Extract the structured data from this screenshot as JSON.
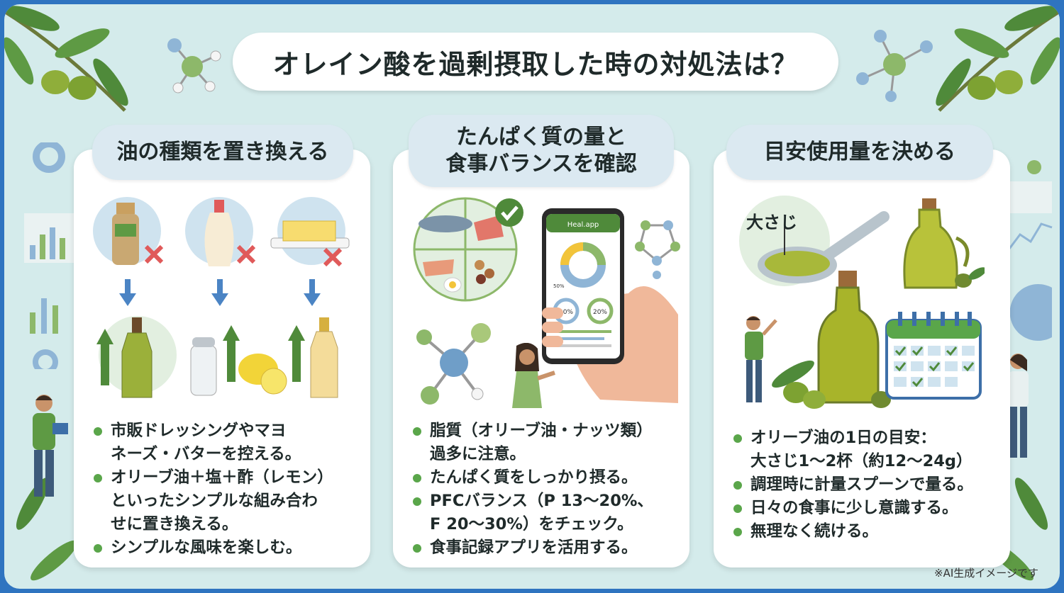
{
  "title": "オレイン酸を過剰摂取した時の対処法は？",
  "colors": {
    "frame": "#2f74c0",
    "background": "#d4ebeb",
    "accent_green": "#5aa64a",
    "pill_blue": "#dbe9f1",
    "cross_red": "#e05a5a",
    "arrow_blue": "#4b84c4"
  },
  "sections": [
    {
      "heading_lines": [
        "油の種類を置き換える"
      ],
      "bullets": [
        "市販ドレッシングやマヨ",
        "ネーズ・バターを控える。",
        "オリーブ油＋塩＋酢（レモン）",
        "といったシンプルな組み合わ",
        "せに置き換える。",
        "シンプルな風味を楽しむ。"
      ]
    },
    {
      "heading_lines": [
        "たんぱく質の量と",
        "食事バランスを確認"
      ],
      "bullets": [
        "脂質（オリーブ油・ナッツ類）",
        "過多に注意。",
        "たんぱく質をしっかり摂る。",
        "PFCバランス（P 13〜20%、",
        "F 20〜30%）をチェック。",
        "食事記録アプリを活用する。"
      ],
      "phone": {
        "app_name": "Heal.app",
        "ring_left": "20%",
        "ring_right": "20%",
        "label_50": "50%"
      }
    },
    {
      "heading_lines": [
        "目安使用量を決める"
      ],
      "spoon_label": "大さじ",
      "bullets": [
        "オリーブ油の1日の目安：",
        "大さじ1〜2杯（約12〜24g）",
        "調理時に計量スプーンで量る。",
        "日々の食事に少し意識する。",
        "無理なく続ける。"
      ]
    }
  ],
  "credit": "※AI生成イメージです",
  "icons": [
    "olive-branch-icon",
    "molecule-icon",
    "x-mark-icon",
    "down-arrow-icon",
    "up-arrow-icon",
    "check-icon",
    "calendar-icon",
    "spoon-icon",
    "oil-bottle-icon"
  ]
}
